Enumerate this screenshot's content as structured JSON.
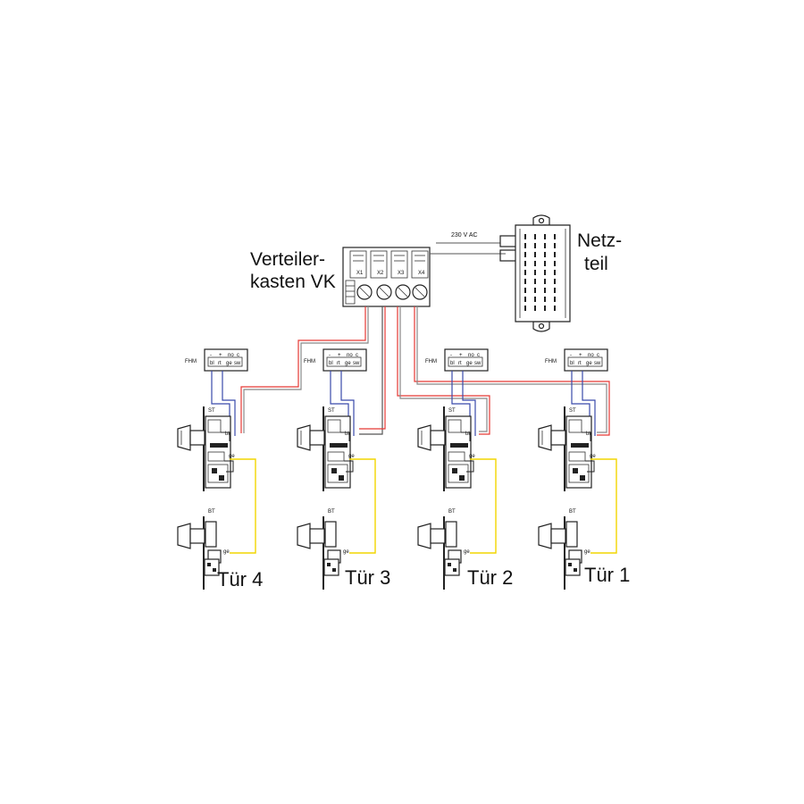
{
  "distributor": {
    "line1": "Verteiler-",
    "line2": "kasten VK",
    "slot_labels": [
      "X1",
      "X2",
      "X3",
      "X4"
    ]
  },
  "psu": {
    "line1": "Netz-",
    "line2": "teil",
    "supply_label": "230 V AC"
  },
  "fhm": {
    "label": "FHM",
    "terminals_top": [
      "-",
      "+",
      "no",
      "c"
    ],
    "terminals_bottom": [
      "bl",
      "rt",
      "ge",
      "sw"
    ]
  },
  "st": {
    "label": "ST",
    "wire_bl": "bl",
    "wire_ge": "ge"
  },
  "bt": {
    "label": "BT",
    "wire_ge": "ge"
  },
  "doors": [
    {
      "label": "Tür 4"
    },
    {
      "label": "Tür 3"
    },
    {
      "label": "Tür 2"
    },
    {
      "label": "Tür 1"
    }
  ],
  "colors": {
    "red": "#e53935",
    "blue": "#3949ab",
    "yellow": "#f2d600",
    "black": "#222222"
  }
}
